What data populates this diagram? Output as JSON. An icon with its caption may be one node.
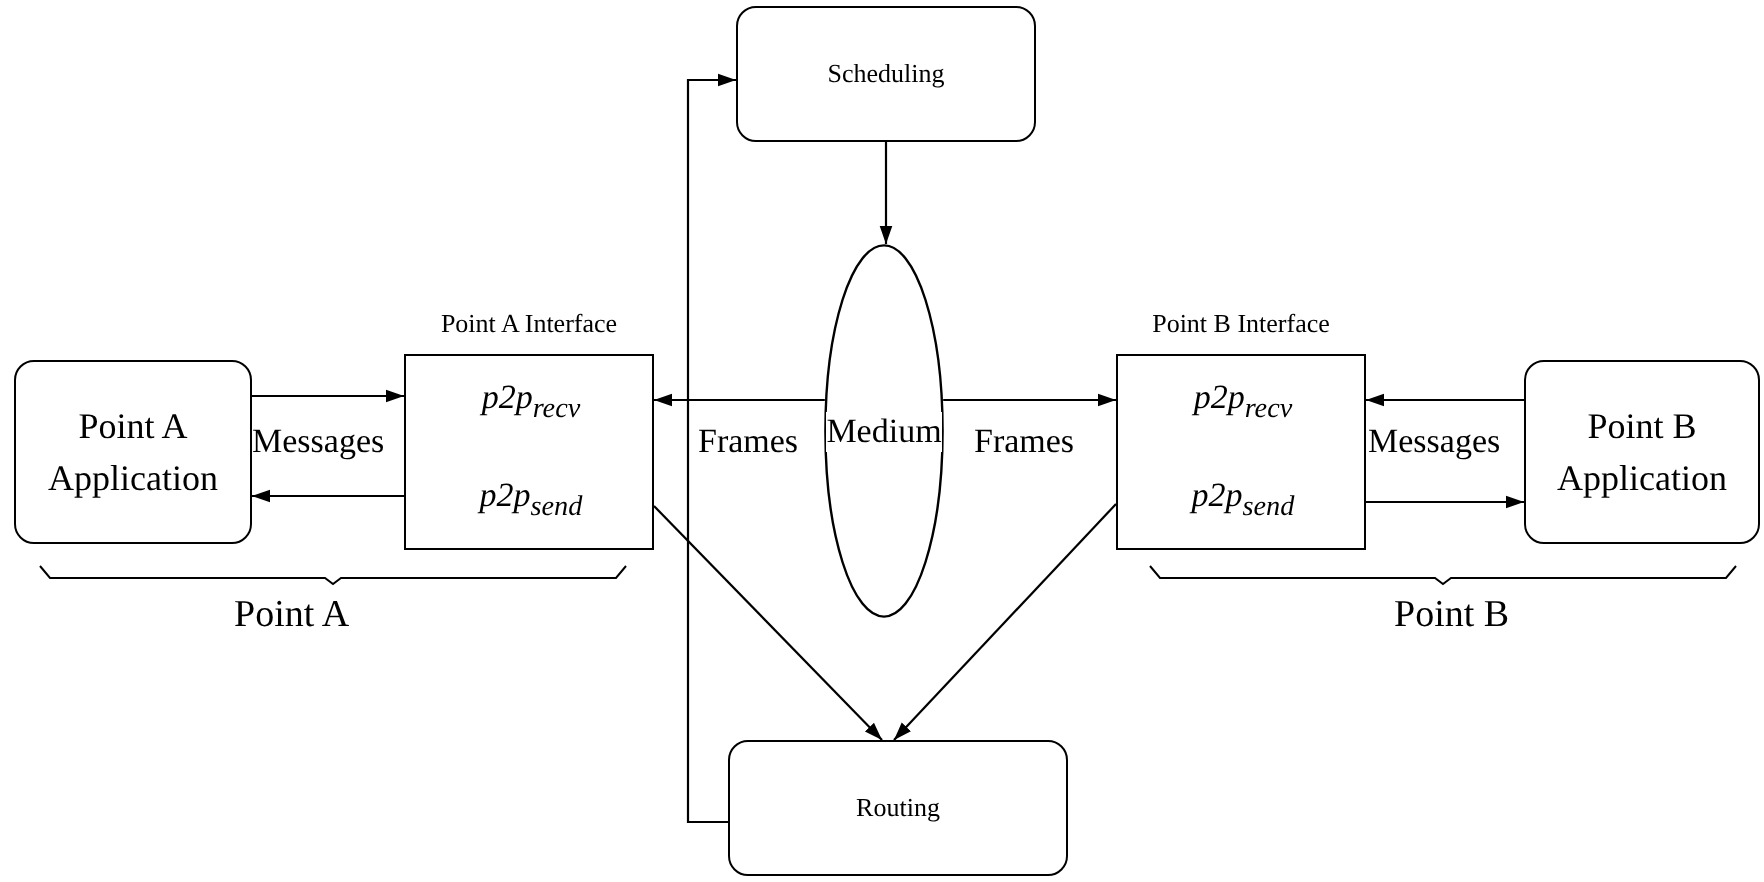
{
  "diagram": {
    "nodes": [
      {
        "text": [
          "Scheduling"
        ]
      },
      {
        "text": [
          "Point A Application"
        ]
      },
      {
        "text": [
          "Point A Interface"
        ]
      },
      {
        "text": [
          "p2p$_{recv}$"
        ],
        "in": 2
      },
      {
        "text": [
          "p2p$_{send}$"
        ],
        "in": 2
      },
      {
        "text": [
          "Medium"
        ]
      },
      {
        "text": [
          "Point B Interface"
        ]
      },
      {
        "text": [
          "p2p$_{recv}$"
        ],
        "in": 6
      },
      {
        "text": [
          "p2p$_{send}$"
        ],
        "in": 6
      },
      {
        "text": [
          "Point B Application"
        ]
      },
      {
        "text": [
          "Routing"
        ]
      }
    ],
    "edges": [
      {
        "from": 1,
        "to": 3,
        "arrow": "to"
      },
      {
        "from": 4,
        "to": 1,
        "arrow": "to"
      },
      {
        "from": 5,
        "to": 3,
        "arrow": "to"
      },
      {
        "from": 5,
        "to": 7,
        "arrow": "to"
      },
      {
        "from": 9,
        "to": 7,
        "arrow": "to"
      },
      {
        "from": 8,
        "to": 9,
        "arrow": "to"
      },
      {
        "from": 0,
        "to": 5,
        "arrow": "to"
      },
      {
        "from": 4,
        "to": 10,
        "arrow": "to"
      },
      {
        "from": 8,
        "to": 10,
        "arrow": "to"
      },
      {
        "from": 10,
        "to": 0,
        "arrow": "to"
      }
    ],
    "labels": [
      "Messages",
      "Frames",
      "Frames",
      "Messages",
      "Point A",
      "Point B"
    ]
  }
}
